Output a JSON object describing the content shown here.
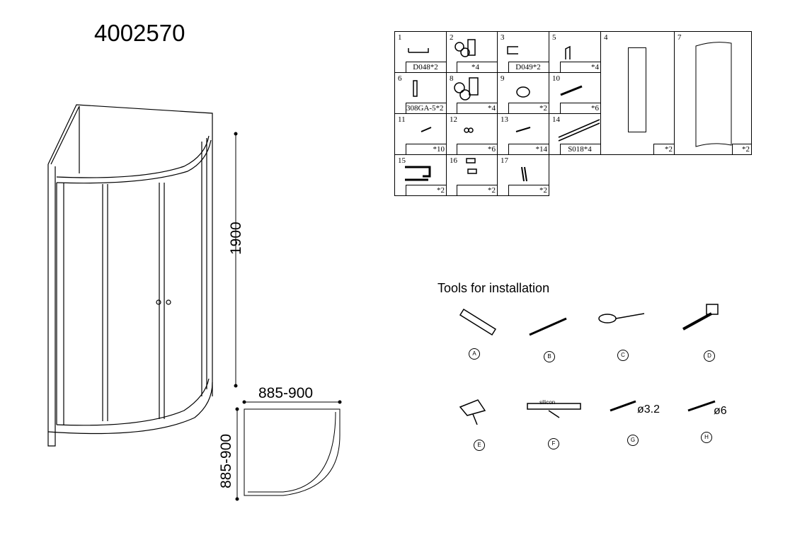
{
  "model_number": "4002570",
  "dimensions": {
    "height": "1900",
    "width": "885-900",
    "depth": "885-900"
  },
  "parts": [
    {
      "num": "1",
      "qty": "D048*2"
    },
    {
      "num": "2",
      "qty": "*4"
    },
    {
      "num": "3",
      "qty": "D049*2"
    },
    {
      "num": "5",
      "qty": "*4"
    },
    {
      "num": "4",
      "qty": "*2"
    },
    {
      "num": "7",
      "qty": "*2"
    },
    {
      "num": "6",
      "qty": "308GA-5*2"
    },
    {
      "num": "8",
      "qty": "*4"
    },
    {
      "num": "9",
      "qty": "*2"
    },
    {
      "num": "10",
      "qty": "*6"
    },
    {
      "num": "11",
      "qty": "*10"
    },
    {
      "num": "12",
      "qty": "*6"
    },
    {
      "num": "13",
      "qty": "*14"
    },
    {
      "num": "14",
      "qty": "S018*4"
    },
    {
      "num": "15",
      "qty": "*2"
    },
    {
      "num": "16",
      "qty": "*2"
    },
    {
      "num": "17",
      "qty": "*2"
    }
  ],
  "tools": {
    "title": "Tools for installation",
    "items": [
      {
        "letter": "A",
        "name": "spirit-level"
      },
      {
        "letter": "B",
        "name": "pencil"
      },
      {
        "letter": "C",
        "name": "screwdriver"
      },
      {
        "letter": "D",
        "name": "hammer"
      },
      {
        "letter": "E",
        "name": "drill"
      },
      {
        "letter": "F",
        "name": "silicone-gun",
        "text": "silicon"
      },
      {
        "letter": "G",
        "name": "drill-bit",
        "text": "ø3.2"
      },
      {
        "letter": "H",
        "name": "drill-bit",
        "text": "ø6"
      }
    ]
  }
}
